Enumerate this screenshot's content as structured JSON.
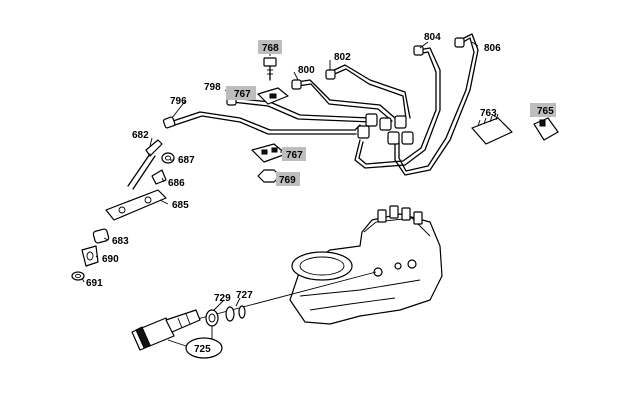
{
  "diagram": {
    "highlight_color": "#bdbdbd",
    "line_color": "#000000",
    "part_labels": {
      "p768": "768",
      "p767a": "767",
      "p767b": "767",
      "p769": "769",
      "p765": "765",
      "p763": "763",
      "p802": "802",
      "p800": "800",
      "p798": "798",
      "p796": "796",
      "p804": "804",
      "p806": "806",
      "p682": "682",
      "p687": "687",
      "p686": "686",
      "p685": "685",
      "p683": "683",
      "p690": "690",
      "p691": "691",
      "p729": "729",
      "p727": "727",
      "p725": "725"
    }
  }
}
